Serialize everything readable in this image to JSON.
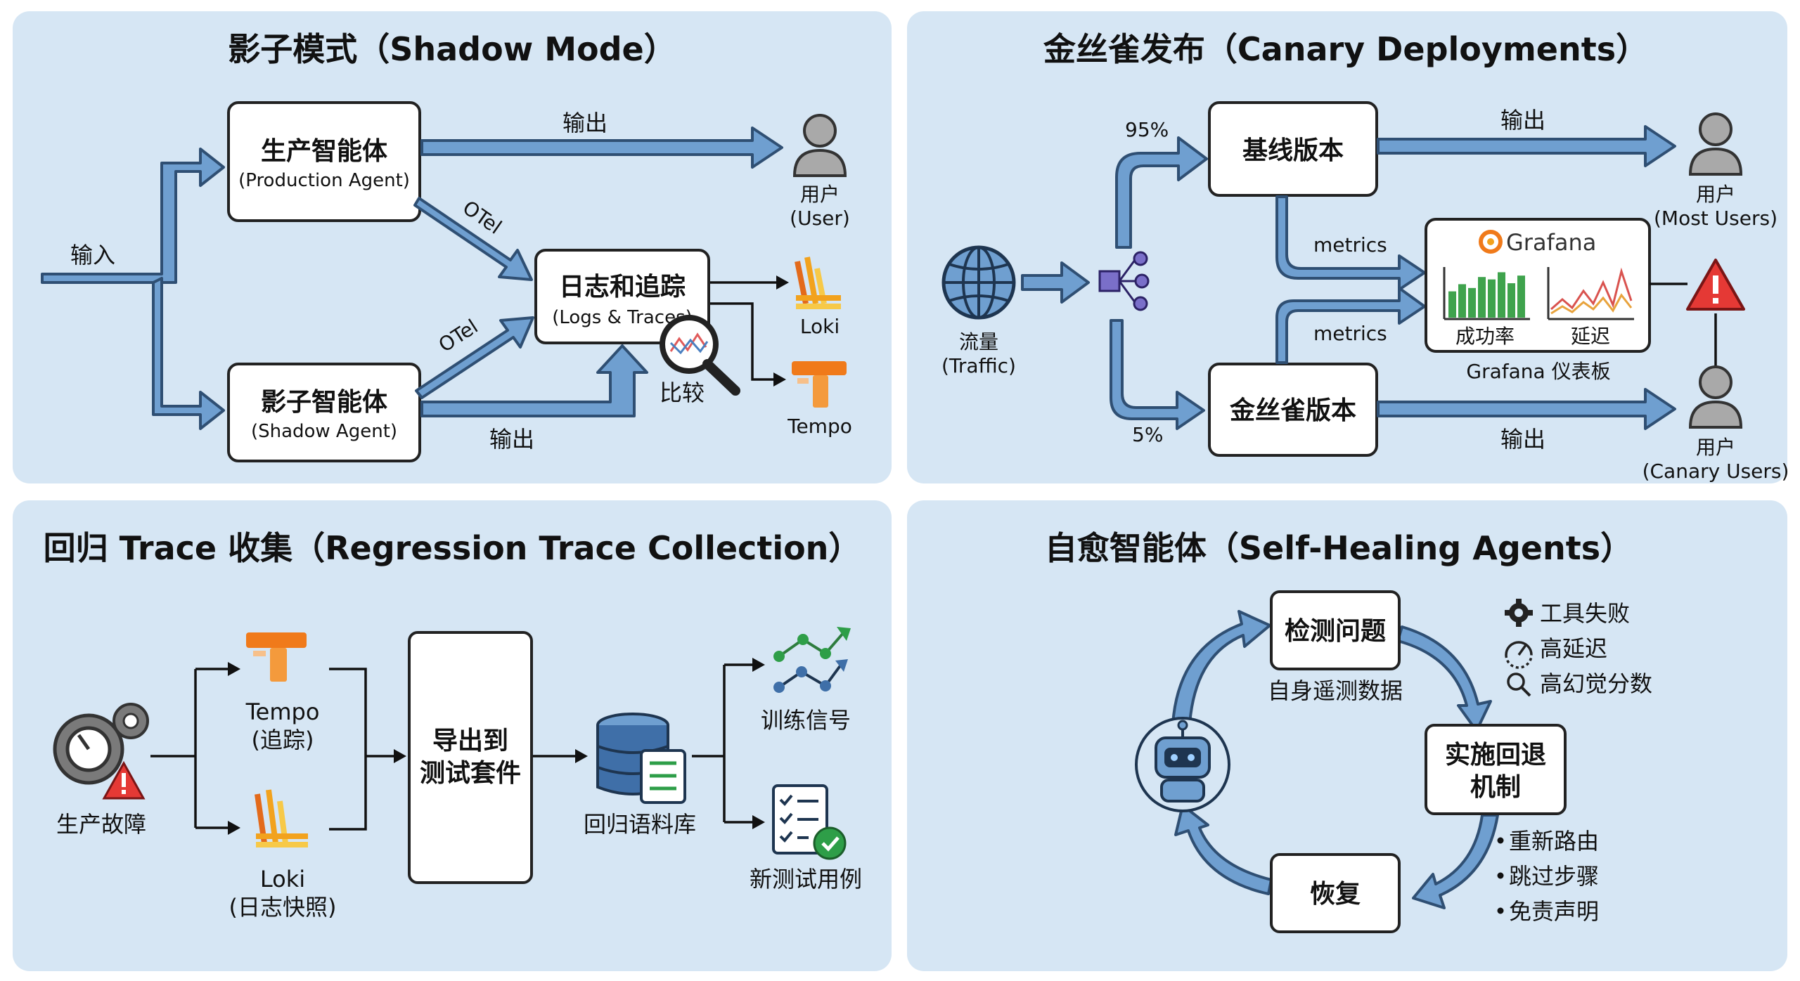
{
  "shadow": {
    "title": "影子模式（Shadow Mode）",
    "input": "输入",
    "production": {
      "title": "生产智能体",
      "sub": "(Production Agent)"
    },
    "shadow_agent": {
      "title": "影子智能体",
      "sub": "(Shadow Agent)"
    },
    "logs": {
      "title": "日志和追踪",
      "sub": "(Logs & Traces)"
    },
    "output_top": "输出",
    "output_bottom": "输出",
    "otel_1": "OTel",
    "otel_2": "OTel",
    "compare": "比较",
    "user": {
      "name": "用户",
      "sub": "(User)"
    },
    "loki": "Loki",
    "tempo": "Tempo"
  },
  "canary": {
    "title": "金丝雀发布（Canary Deployments）",
    "traffic": {
      "name": "流量",
      "sub": "(Traffic)"
    },
    "pct_95": "95%",
    "pct_5": "5%",
    "baseline": "基线版本",
    "canary_version": "金丝雀版本",
    "output_top": "输出",
    "output_bottom": "输出",
    "metrics_1": "metrics",
    "metrics_2": "metrics",
    "grafana": {
      "logo": "Grafana",
      "success_rate": "成功率",
      "latency": "延迟",
      "caption": "Grafana 仪表板",
      "bars": [
        0.55,
        0.7,
        0.62,
        0.85,
        0.8,
        0.95,
        0.72,
        0.88
      ]
    },
    "user_most": {
      "name": "用户",
      "sub": "(Most Users)"
    },
    "user_canary": {
      "name": "用户",
      "sub": "(Canary Users)"
    }
  },
  "regression": {
    "title": "回归 Trace 收集（Regression Trace Collection）",
    "fault": "生产故障",
    "tempo": {
      "name": "Tempo",
      "sub": "(追踪)"
    },
    "loki": {
      "name": "Loki",
      "sub": "(日志快照)"
    },
    "export": [
      "导出到",
      "测试套件"
    ],
    "corpus": "回归语料库",
    "training": "训练信号",
    "new_tests": "新测试用例"
  },
  "selfheal": {
    "title": "自愈智能体（Self-Healing Agents）",
    "detect": "检测问题",
    "telemetry": "自身遥测数据",
    "rollback": [
      "实施回退",
      "机制"
    ],
    "recover": "恢复",
    "issues": [
      "工具失败",
      "高延迟",
      "高幻觉分数"
    ],
    "actions": [
      "重新路由",
      "跳过步骤",
      "免责声明"
    ]
  },
  "colors": {
    "panel": "#d6e6f4",
    "arrow_fill": "#6f9fd0",
    "arrow_stroke": "#2f4f73",
    "loki": "#f2a21d",
    "tempo": "#f07a1a",
    "alert": "#e53935",
    "grafana_bar": "#3fa34d",
    "check": "#2e9e48"
  }
}
